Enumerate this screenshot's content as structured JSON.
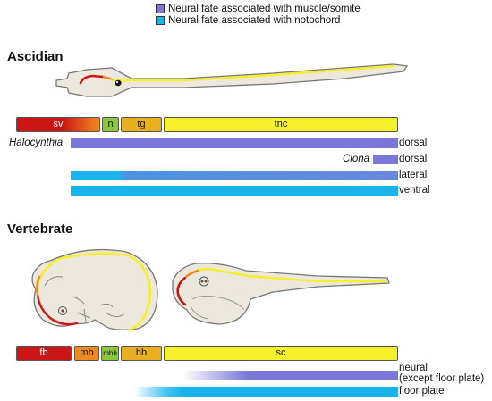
{
  "legend": {
    "items": [
      {
        "label": "Neural fate associated with muscle/somite",
        "color": "#7b77d8"
      },
      {
        "label": "Neural fate associated with notochord",
        "color": "#1ab4ec"
      }
    ]
  },
  "ascidian": {
    "title": "Ascidian",
    "segments": [
      {
        "label": "sv",
        "color": "#cc1616",
        "text_color": "#ffffff"
      },
      {
        "label": "n",
        "color": "#8cc63f",
        "text_color": "#111111"
      },
      {
        "label": "tg",
        "color": "#e8b020",
        "text_color": "#111111"
      },
      {
        "label": "tnc",
        "color": "#f6f02a",
        "text_color": "#111111"
      }
    ],
    "rows": [
      {
        "prefix": "Halocynthia",
        "label": "dorsal"
      },
      {
        "prefix": "Ciona",
        "label": "dorsal"
      },
      {
        "label": "lateral"
      },
      {
        "label": "ventral"
      }
    ]
  },
  "vertebrate": {
    "title": "Vertebrate",
    "segments": [
      {
        "label": "fb",
        "color": "#cc1616",
        "text_color": "#ffffff"
      },
      {
        "label": "mb",
        "color": "#f08a1e",
        "text_color": "#111111"
      },
      {
        "label": "mhb",
        "color": "#8cc63f",
        "text_color": "#111111"
      },
      {
        "label": "hb",
        "color": "#e8b020",
        "text_color": "#111111"
      },
      {
        "label": "sc",
        "color": "#f6f02a",
        "text_color": "#111111"
      }
    ],
    "rows": [
      {
        "label": "neural",
        "sublabel": "(except floor plate)"
      },
      {
        "label": "floor plate"
      }
    ]
  },
  "colors": {
    "muscle": "#7b77d8",
    "notochord": "#1ab4ec",
    "embryo_fill": "#ece8de",
    "embryo_stroke": "#777777"
  }
}
